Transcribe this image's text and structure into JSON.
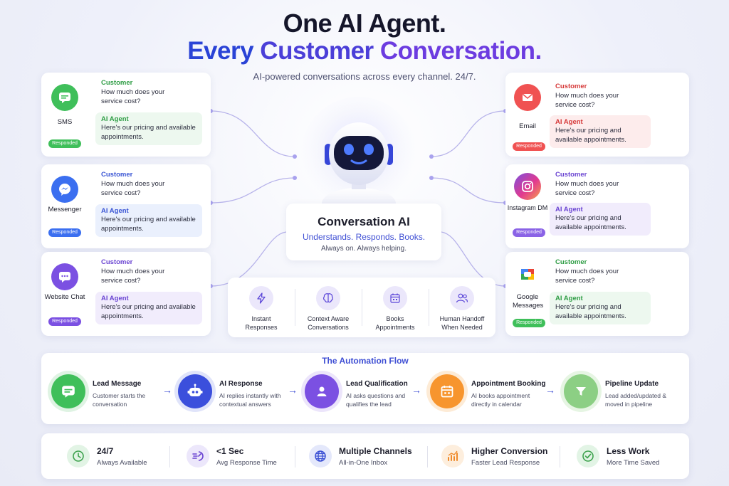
{
  "header": {
    "title_line1": "One AI Agent.",
    "title_line2_part1": "Every",
    "title_line2_part2": "Customer",
    "title_line2_part3": "Conversation.",
    "subtitle": "AI-powered conversations across every channel. 24/7."
  },
  "colors": {
    "primary_blue": "#2a43d6",
    "purple": "#6c3ce0",
    "green": "#3fbf5a",
    "red": "#f05252",
    "instagram_purple": "#8a63e6"
  },
  "conversation": {
    "customer_label": "Customer",
    "customer_message": "How much does your service cost?",
    "ai_label": "AI Agent",
    "ai_message": "Here's our pricing and available appointments.",
    "status": "Responded"
  },
  "channels": [
    {
      "name": "SMS",
      "icon": "chat-icon"
    },
    {
      "name": "Messenger",
      "icon": "messenger-icon"
    },
    {
      "name": "Website Chat",
      "icon": "website-chat-icon"
    },
    {
      "name": "Email",
      "icon": "email-icon"
    },
    {
      "name": "Instagram DM",
      "icon": "instagram-icon"
    },
    {
      "name": "Google Messages",
      "icon": "google-messages-icon"
    }
  ],
  "center": {
    "title": "Conversation AI",
    "tagline": "Understands. Responds. Books.",
    "subline": "Always on. Always helping."
  },
  "features": [
    {
      "label": "Instant Responses",
      "icon": "lightning-icon"
    },
    {
      "label": "Context Aware Conversations",
      "icon": "brain-icon"
    },
    {
      "label": "Books Appointments",
      "icon": "calendar-icon"
    },
    {
      "label": "Human Handoff When Needed",
      "icon": "people-icon"
    }
  ],
  "flow": {
    "title": "The Automation Flow",
    "steps": [
      {
        "title": "Lead Message",
        "desc": "Customer starts the conversation",
        "icon": "message-icon"
      },
      {
        "title": "AI Response",
        "desc": "AI replies instantly with contextual answers",
        "icon": "robot-icon"
      },
      {
        "title": "Lead Qualification",
        "desc": "AI asks questions and qualifies the lead",
        "icon": "user-icon"
      },
      {
        "title": "Appointment Booking",
        "desc": "AI books appointment directly in calendar",
        "icon": "calendar-icon"
      },
      {
        "title": "Pipeline Update",
        "desc": "Lead added/updated & moved in pipeline",
        "icon": "funnel-icon"
      }
    ]
  },
  "stats": [
    {
      "title": "24/7",
      "desc": "Always Available",
      "icon": "clock-icon"
    },
    {
      "title": "<1 Sec",
      "desc": "Avg Response Time",
      "icon": "speed-icon"
    },
    {
      "title": "Multiple Channels",
      "desc": "All-in-One Inbox",
      "icon": "globe-icon"
    },
    {
      "title": "Higher Conversion",
      "desc": "Faster Lead Response",
      "icon": "chart-icon"
    },
    {
      "title": "Less Work",
      "desc": "More Time Saved",
      "icon": "check-icon"
    }
  ]
}
